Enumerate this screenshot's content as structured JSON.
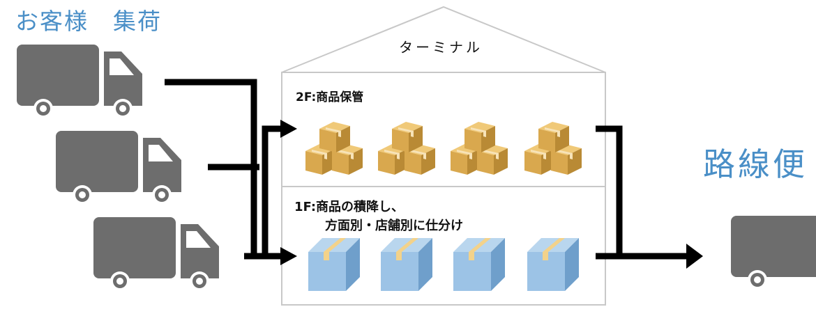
{
  "left_label": "お客様　集荷",
  "right_label": "路線便",
  "terminal": {
    "title": "ターミナル",
    "floor2_label": "2F:商品保管",
    "floor1_label_line1": "1F:商品の積降し、",
    "floor1_label_line2": "方面別・店舗別に仕分け"
  },
  "icons": {
    "truck": "truck-icon",
    "cardboard_stack": "cardboard-box-stack-icon",
    "blue_box": "blue-parcel-icon",
    "arrow": "arrow-right-icon"
  },
  "colors": {
    "title_blue": "#4a8fc7",
    "truck_gray": "#6d6d6d",
    "box_tan": "#d9a84e",
    "box_blue": "#8fb8df",
    "tape": "#f3d28a",
    "building_outline": "#c8c8c8",
    "arrow": "#000000"
  }
}
